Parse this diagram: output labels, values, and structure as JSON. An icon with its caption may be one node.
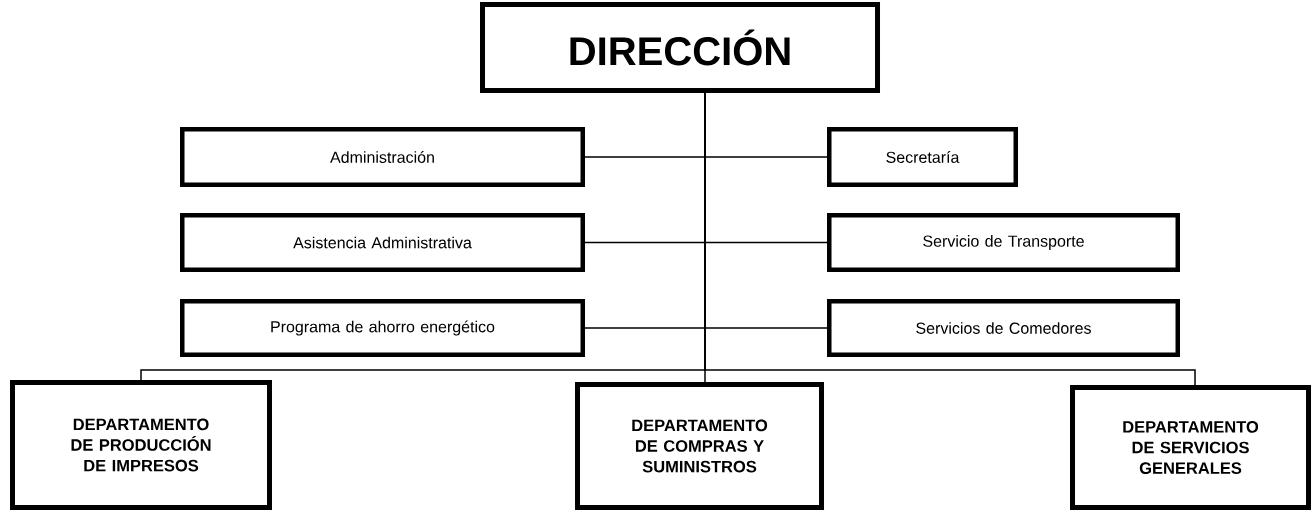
{
  "diagram": {
    "nodes": [
      {
        "text": [
          "DIRECCIÓN"
        ]
      },
      {
        "text": [
          "Administración"
        ]
      },
      {
        "text": [
          "Secretaría"
        ]
      },
      {
        "text": [
          "Asistencia Administrativa"
        ]
      },
      {
        "text": [
          "Servicio de Transporte"
        ]
      },
      {
        "text": [
          "Programa de ahorro energético"
        ]
      },
      {
        "text": [
          "Servicios de Comedores"
        ]
      },
      {
        "text": [
          "DEPARTAMENTO DE PRODUCCIÓN DE IMPRESOS"
        ]
      },
      {
        "text": [
          "DEPARTAMENTO DE COMPRAS Y SUMINISTROS"
        ]
      },
      {
        "text": [
          "DEPARTAMENTO DE SERVICIOS GENERALES"
        ]
      }
    ],
    "edges": [
      {
        "from": 0,
        "to": 1,
        "arrow": "none"
      },
      {
        "from": 0,
        "to": 2,
        "arrow": "none"
      },
      {
        "from": 0,
        "to": 3,
        "arrow": "none"
      },
      {
        "from": 0,
        "to": 4,
        "arrow": "none"
      },
      {
        "from": 0,
        "to": 5,
        "arrow": "none"
      },
      {
        "from": 0,
        "to": 6,
        "arrow": "none"
      },
      {
        "from": 0,
        "to": 7,
        "arrow": "none"
      },
      {
        "from": 0,
        "to": 8,
        "arrow": "none"
      },
      {
        "from": 0,
        "to": 9,
        "arrow": "none"
      }
    ]
  }
}
